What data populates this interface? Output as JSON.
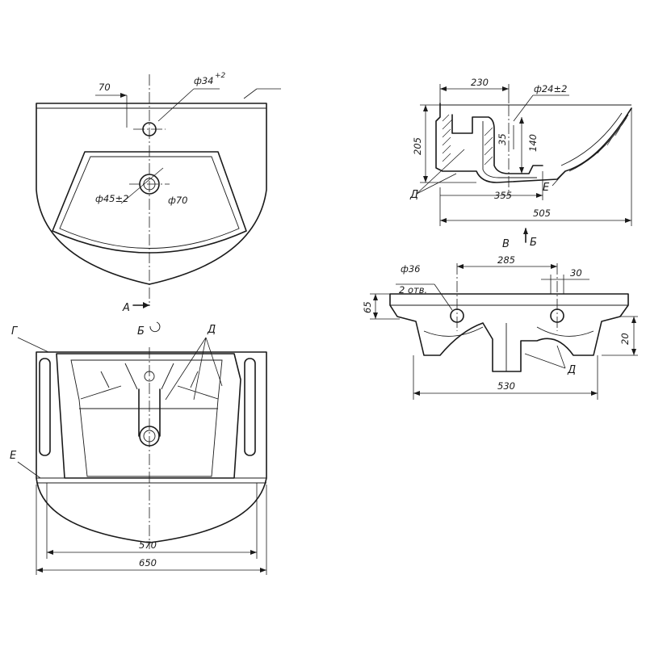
{
  "front_view": {
    "dim_hole_offset": "70",
    "dim_tap_hole": "ф34",
    "dim_tap_hole_tol": "+2",
    "dim_drain_inner": "ф45±2",
    "dim_drain_outer": "ф70",
    "view_marker": "А"
  },
  "top_view": {
    "view_marker": "Б",
    "label_g": "Г",
    "label_d": "Д",
    "label_e": "Е",
    "dim_inner_width": "570",
    "dim_total_width": "650"
  },
  "section_view": {
    "dim_depth": "230",
    "dim_drain_hole": "ф24±2",
    "dim_height": "205",
    "dim_offset": "35",
    "dim_bowl_height": "140",
    "dim_drain_pos": "355",
    "dim_total_depth": "505",
    "label_d": "Д",
    "label_e": "Е"
  },
  "rear_view": {
    "view_marker": "В",
    "view_arrow_label": "Б",
    "dim_mount_holes": "ф36",
    "dim_holes_count": "2 отв.",
    "dim_hole_spacing": "285",
    "dim_hole_offset": "30",
    "dim_height": "65",
    "dim_step": "20",
    "dim_width": "530",
    "label_d": "Д"
  }
}
